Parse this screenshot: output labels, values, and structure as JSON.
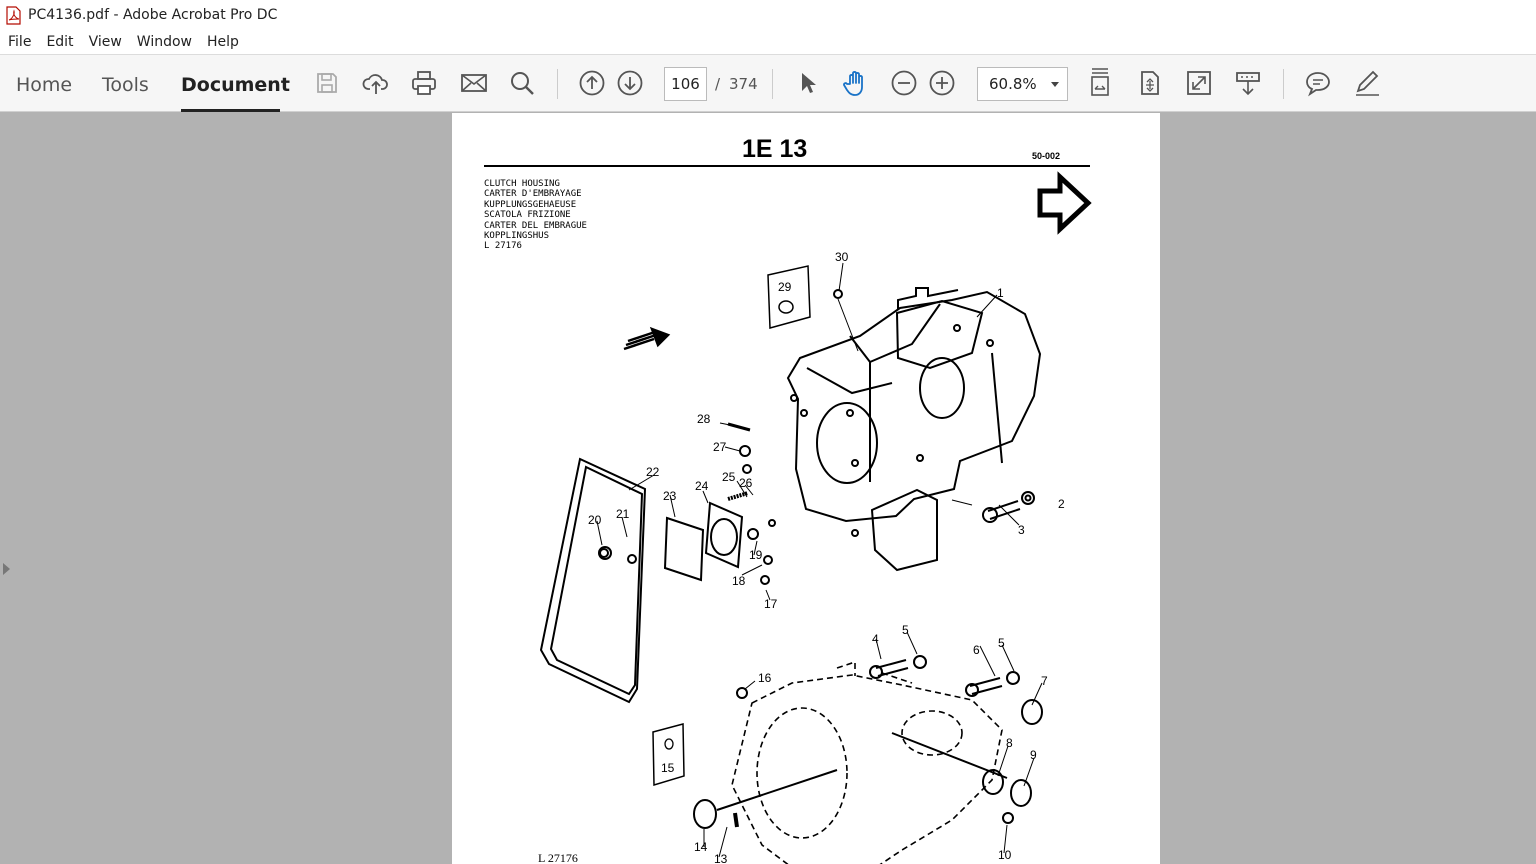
{
  "window": {
    "title": "PC4136.pdf - Adobe Acrobat Pro DC",
    "app_icon": "pdf-file-icon"
  },
  "menu": [
    "File",
    "Edit",
    "View",
    "Window",
    "Help"
  ],
  "tabs": [
    {
      "label": "Home",
      "active": false
    },
    {
      "label": "Tools",
      "active": false
    },
    {
      "label": "Document",
      "active": true
    }
  ],
  "toolbar": {
    "icons": [
      "save-icon",
      "cloud-upload-icon",
      "print-icon",
      "email-icon",
      "search-icon",
      "prev-page-icon",
      "next-page-icon",
      "select-cursor-icon",
      "hand-tool-icon",
      "zoom-out-icon",
      "zoom-in-icon",
      "fit-page-icon",
      "page-view-icon",
      "full-screen-icon",
      "read-mode-icon",
      "comment-icon",
      "sign-icon"
    ],
    "page_current": "106",
    "page_separator": "/",
    "page_total": "374",
    "zoom": "60.8%"
  },
  "document": {
    "page_title": "1E 13",
    "page_code": "50-002",
    "description_lines": [
      "CLUTCH HOUSING",
      "CARTER D'EMBRAYAGE",
      "KUPPLUNGSGEHAEUSE",
      "SCATOLA FRIZIONE",
      "CARTER DEL EMBRAGUE",
      "KOPPLINGSHUS",
      "L 27176"
    ],
    "footer_ref": "L  27176",
    "callouts": [
      "1",
      "2",
      "3",
      "4",
      "5",
      "5",
      "6",
      "7",
      "8",
      "9",
      "10",
      "13",
      "14",
      "15",
      "16",
      "17",
      "18",
      "19",
      "20",
      "21",
      "22",
      "23",
      "24",
      "25",
      "26",
      "27",
      "28",
      "29",
      "30"
    ]
  },
  "colors": {
    "toolbar_bg": "#f6f6f6",
    "doc_bg": "#b2b2b2",
    "accent": "#1a73c7",
    "page_bg": "#ffffff"
  }
}
